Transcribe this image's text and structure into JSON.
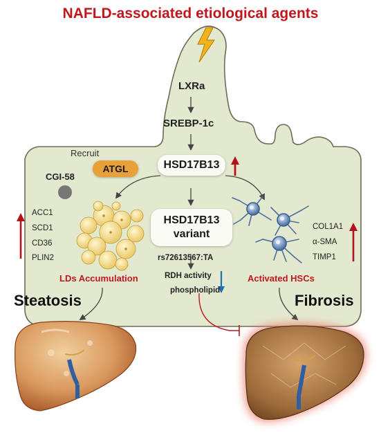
{
  "title": "NAFLD-associated etiological agents",
  "pathway": {
    "lxra": "LXRa",
    "srebp": "SREBP-1c",
    "hsd": "HSD17B13",
    "variant_line1": "HSD17B13",
    "variant_line2": "variant",
    "snp": "rs72613567:TA",
    "rdh": "RDH activity",
    "phospholipid": "phospholipid"
  },
  "left": {
    "recruit": "Recruit",
    "atgl": "ATGL",
    "cgi": "CGI-58",
    "genes": [
      "ACC1",
      "SCD1",
      "CD36",
      "PLIN2"
    ],
    "ld_label": "LDs Accumulation",
    "outcome": "Steatosis"
  },
  "right": {
    "genes": [
      "COL1A1",
      "α-SMA",
      "TIMP1"
    ],
    "hsc_label": "Activated HSCs",
    "outcome": "Fibrosis"
  },
  "colors": {
    "title": "#c0171f",
    "cell_fill": "#e3e9cf",
    "cell_stroke": "#6b6b55",
    "up_arrow": "#b3121b",
    "down_arrow": "#1f6fb8",
    "atgl": "#e8a13a",
    "liver": "#c56a2e",
    "bolt": "#f2b21b"
  }
}
